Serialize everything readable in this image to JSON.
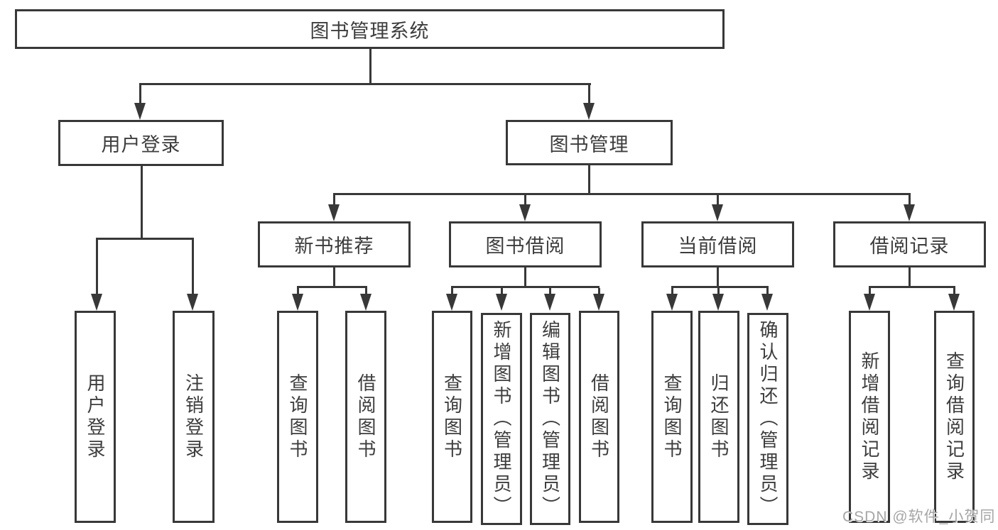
{
  "diagram_title": "图书管理系统",
  "nodes": {
    "root": "图书管理系统",
    "l2_user_login": "用户登录",
    "l2_book_mgmt": "图书管理",
    "l3_new_book": "新书推荐",
    "l3_book_borrow": "图书借阅",
    "l3_current_borrow": "当前借阅",
    "l3_borrow_record": "借阅记录",
    "leaf_ul_login": "用户登录",
    "leaf_ul_logout": "注销登录",
    "leaf_nb_query": "查询图书",
    "leaf_nb_borrow": "借阅图书",
    "leaf_bb_query": "查询图书",
    "leaf_bb_add": "新增图书（管理员）",
    "leaf_bb_edit": "编辑图书（管理员）",
    "leaf_bb_borrow": "借阅图书",
    "leaf_cb_query": "查询图书",
    "leaf_cb_return": "归还图书",
    "leaf_cb_confirm": "确认归还（管理员）",
    "leaf_br_add": "新增借阅记录",
    "leaf_br_query": "查询借阅记录"
  },
  "watermark": "CSDN @软件_小贺同学",
  "colors": {
    "line": "#383838",
    "text": "#3d3d3d",
    "watermark": "#a6a6a6",
    "background": "#ffffff"
  }
}
